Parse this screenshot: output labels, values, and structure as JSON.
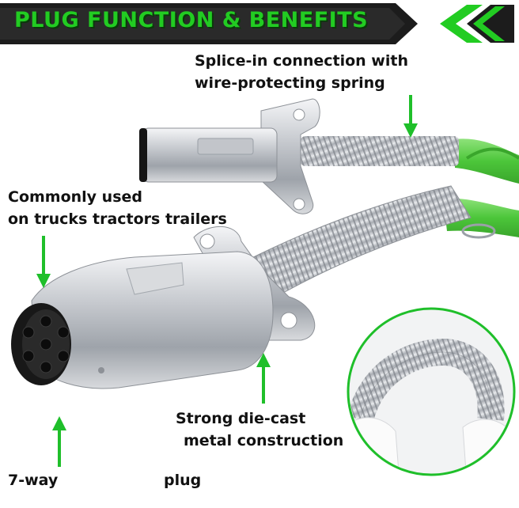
{
  "banner": {
    "title": "PLUG FUNCTION & BENEFITS"
  },
  "callouts": {
    "splice_line1": "Splice-in connection with",
    "splice_line2": "wire-protecting spring",
    "common_line1": "Commonly used",
    "common_line2": "on trucks tractors trailers",
    "diecast_line1": "Strong die-cast",
    "diecast_line2": "metal construction",
    "seven_way": "7-way",
    "plug": "plug"
  },
  "colors": {
    "accent_green": "#22cc22",
    "banner_dark": "#1c1c1c",
    "cable_green": "#5fd34a",
    "arrow_green": "#1fbf2a"
  }
}
